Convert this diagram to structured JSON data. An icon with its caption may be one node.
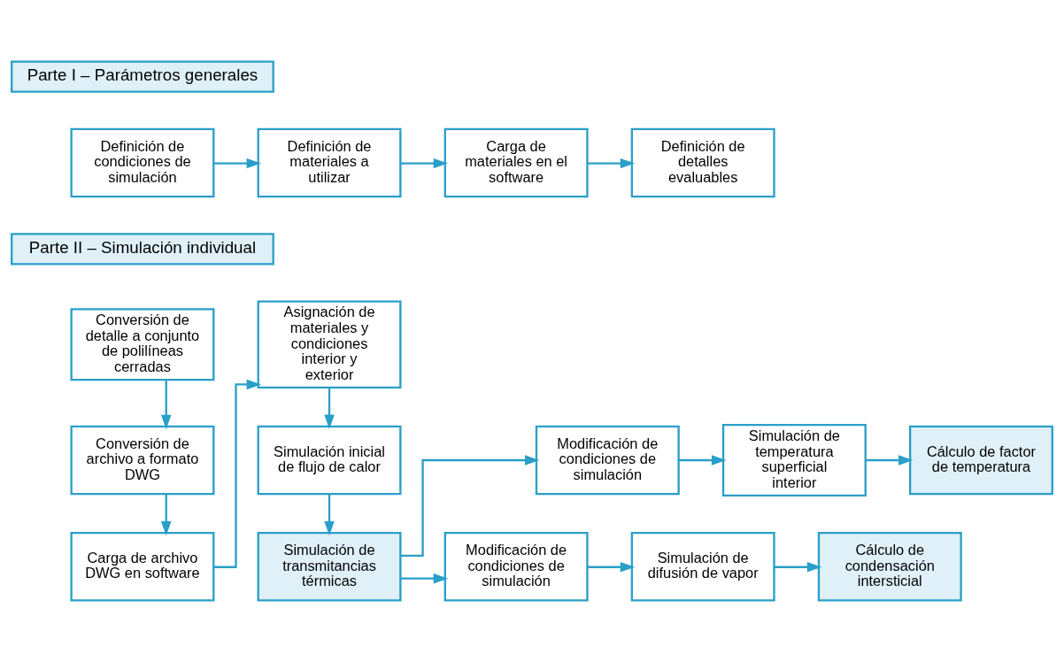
{
  "diagram": {
    "nodes": [
      {
        "text": [
          "Parte I – Parámetros generales"
        ]
      },
      {
        "text": [
          "Definición de condiciones de simulación"
        ]
      },
      {
        "text": [
          "Definición de materiales a utilizar"
        ]
      },
      {
        "text": [
          "Carga de materiales en el software"
        ]
      },
      {
        "text": [
          "Definición de detalles evaluables"
        ]
      },
      {
        "text": [
          "Parte II – Simulación individual"
        ]
      },
      {
        "text": [
          "Conversión de detalle a conjunto de polilíneas cerradas"
        ]
      },
      {
        "text": [
          "Asignación de materiales y condiciones interior y exterior"
        ]
      },
      {
        "text": [
          "Conversión de archivo a formato DWG"
        ]
      },
      {
        "text": [
          "Simulación inicial de flujo de calor"
        ]
      },
      {
        "text": [
          "Modificación de condiciones de simulación"
        ]
      },
      {
        "text": [
          "Simulación de temperatura superficial interior"
        ]
      },
      {
        "text": [
          "Cálculo de factor de temperatura"
        ]
      },
      {
        "text": [
          "Carga de archivo DWG en software"
        ]
      },
      {
        "text": [
          "Simulación de transmitancias térmicas"
        ]
      },
      {
        "text": [
          "Modificación de condiciones de simulación"
        ]
      },
      {
        "text": [
          "Simulación de difusión de vapor"
        ]
      },
      {
        "text": [
          "Cálculo de condensación intersticial"
        ]
      }
    ],
    "edges": [
      {
        "from": 1,
        "to": 2,
        "arrow": "to"
      },
      {
        "from": 2,
        "to": 3,
        "arrow": "to"
      },
      {
        "from": 3,
        "to": 4,
        "arrow": "to"
      },
      {
        "from": 6,
        "to": 8,
        "arrow": "to"
      },
      {
        "from": 8,
        "to": 13,
        "arrow": "to"
      },
      {
        "from": 13,
        "to": 7,
        "arrow": "to"
      },
      {
        "from": 7,
        "to": 9,
        "arrow": "to"
      },
      {
        "from": 9,
        "to": 14,
        "arrow": "to"
      },
      {
        "from": 14,
        "to": 10,
        "arrow": "to"
      },
      {
        "from": 14,
        "to": 15,
        "arrow": "to"
      },
      {
        "from": 10,
        "to": 11,
        "arrow": "to"
      },
      {
        "from": 11,
        "to": 12,
        "arrow": "to"
      },
      {
        "from": 15,
        "to": 16,
        "arrow": "to"
      },
      {
        "from": 16,
        "to": 17,
        "arrow": "to"
      }
    ]
  }
}
